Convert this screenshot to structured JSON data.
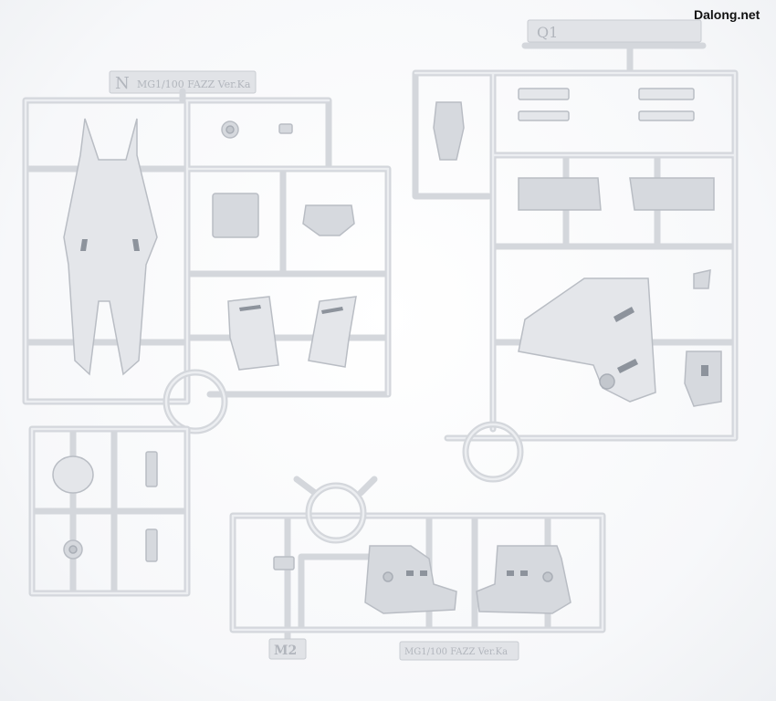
{
  "watermark": "Dalong.net",
  "runner_tags": {
    "top_right": "Q1",
    "top_left_letter": "N",
    "top_left_label": "MG1/100 FAZZ Ver.Ka",
    "bottom_small": "M2",
    "bottom_label": "MG1/100 FAZZ Ver.Ka"
  }
}
